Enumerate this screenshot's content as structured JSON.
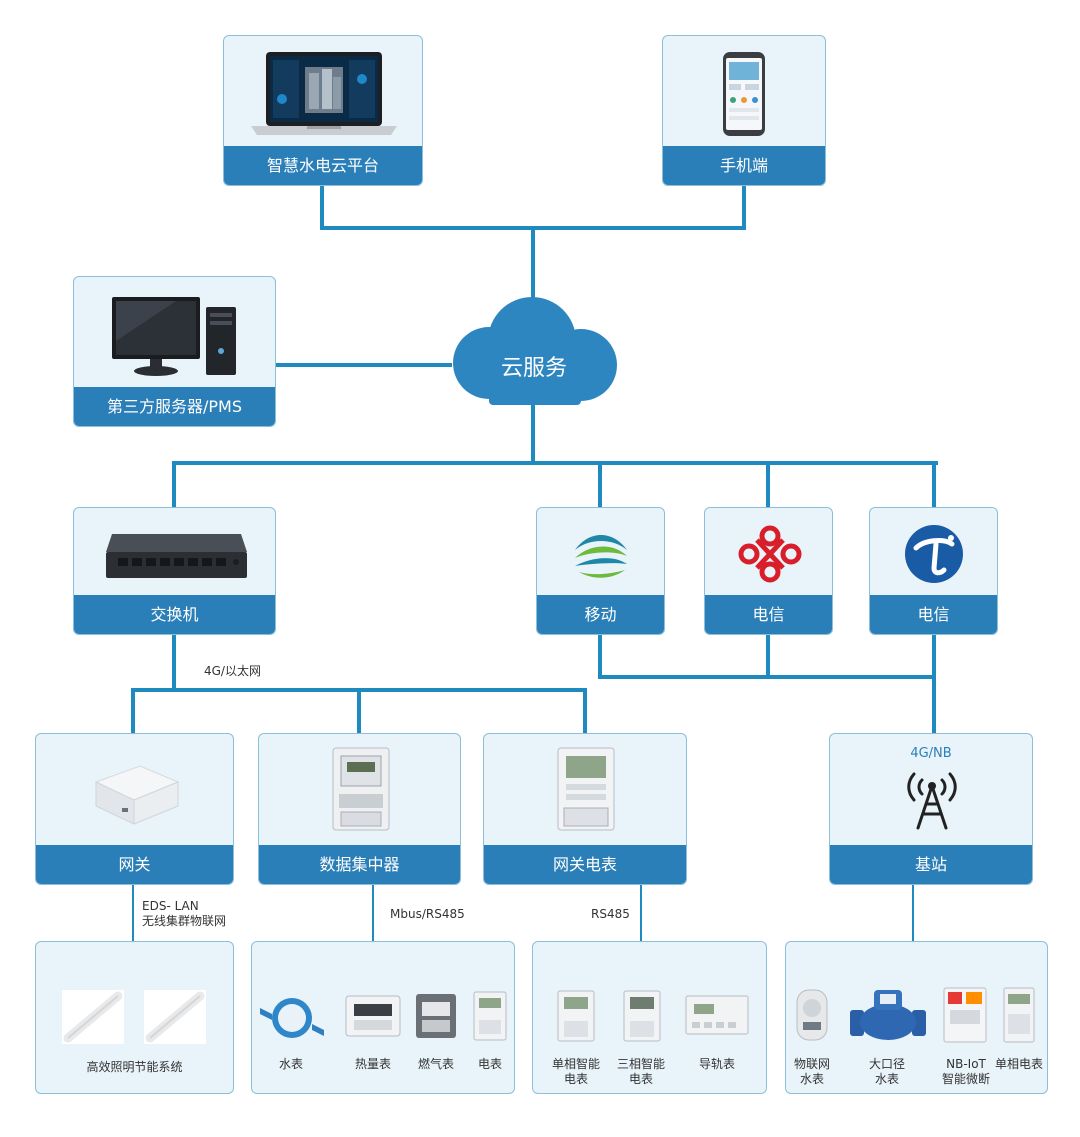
{
  "colors": {
    "line": "#1f8ac0",
    "label_bg": "#2b7fb8",
    "box_bg": "#e8f3fa",
    "box_border": "#8bbfdc",
    "cloud": "#2e86c1"
  },
  "nodes": {
    "platform": "智慧水电云平台",
    "mobile": "手机端",
    "cloud": "云服务",
    "third_party": "第三方服务器/PMS",
    "switch": "交换机",
    "cmcc": "移动",
    "unicom": "电信",
    "telecom": "电信",
    "gateway": "网关",
    "concentrator": "数据集中器",
    "gateway_meter": "网关电表",
    "base_station": "基站"
  },
  "edge_labels": {
    "switch_link": "4G/以太网",
    "base_station_net": "4G/NB",
    "gateway_link": "EDS- LAN\n无线集群物联网",
    "concentrator_link": "Mbus/RS485",
    "gateway_meter_link": "RS485"
  },
  "groups": {
    "lighting": {
      "label": "高效照明节能系统"
    },
    "concentrator_devices": [
      "水表",
      "热量表",
      "燃气表",
      "电表"
    ],
    "rs485_devices": [
      "单相智能\n电表",
      "三相智能\n电表",
      "导轨表"
    ],
    "nb_devices": [
      "物联网\n水表",
      "大口径\n水表",
      "NB-IoT\n智能微断",
      "单相电表"
    ]
  },
  "icons": [
    "laptop-icon",
    "smartphone-icon",
    "cloud-icon",
    "desktop-computer-icon",
    "network-switch-icon",
    "china-mobile-logo",
    "china-unicom-logo",
    "china-telecom-logo",
    "wireless-gateway-icon",
    "data-concentrator-icon",
    "gateway-meter-icon",
    "cell-tower-icon",
    "led-tube-icon",
    "water-meter-icon",
    "heat-meter-icon",
    "gas-meter-icon",
    "electric-meter-icon",
    "rail-meter-icon",
    "large-water-meter-icon",
    "circuit-breaker-icon"
  ]
}
